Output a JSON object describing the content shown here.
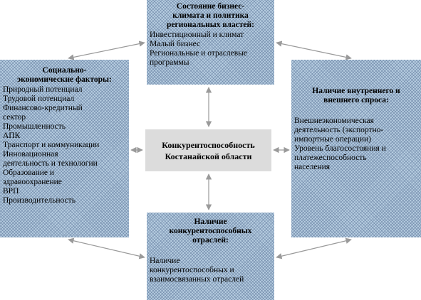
{
  "center": {
    "line1": "Конкурентоспособность",
    "line2": "Костанайской области"
  },
  "top": {
    "title": [
      "Состояние бизнес-",
      "климата и политика",
      "региональных властей:"
    ],
    "items": [
      "Инвестиционный  и климат",
      "Малый бизнес",
      "Региональные и отраслевые",
      "программы"
    ]
  },
  "left": {
    "title": [
      "Социально-",
      "экономические факторы:"
    ],
    "items": [
      "Природный потенциал",
      "Трудовой потенциал",
      "Финансово-кредитный",
      "сектор",
      "Промышленность",
      "АПК",
      "Транспорт и коммуникации",
      "Инновационная",
      "деятельность и технологии",
      "Образование и",
      "здравоохранение",
      "ВРП",
      "Производительность"
    ]
  },
  "right": {
    "title": [
      "Наличие внутреннего и",
      "внешнего спроса:"
    ],
    "items": [
      "Внешнеэкономическая",
      "деятельность (экспортно-",
      "импортные операции)",
      "Уровень благосостояния и",
      "платежеспособность",
      "населения"
    ]
  },
  "bottom": {
    "title": [
      "Наличие",
      "конкурентоспособных",
      "отраслей:"
    ],
    "items": [
      "Наличие",
      "конкурентоспособных и",
      "взаимосвязанных отраслей"
    ]
  },
  "colors": {
    "box_fill": "#b8cfe2",
    "center_fill": "#dcdcdc",
    "arrow": "#9a9a9a"
  }
}
